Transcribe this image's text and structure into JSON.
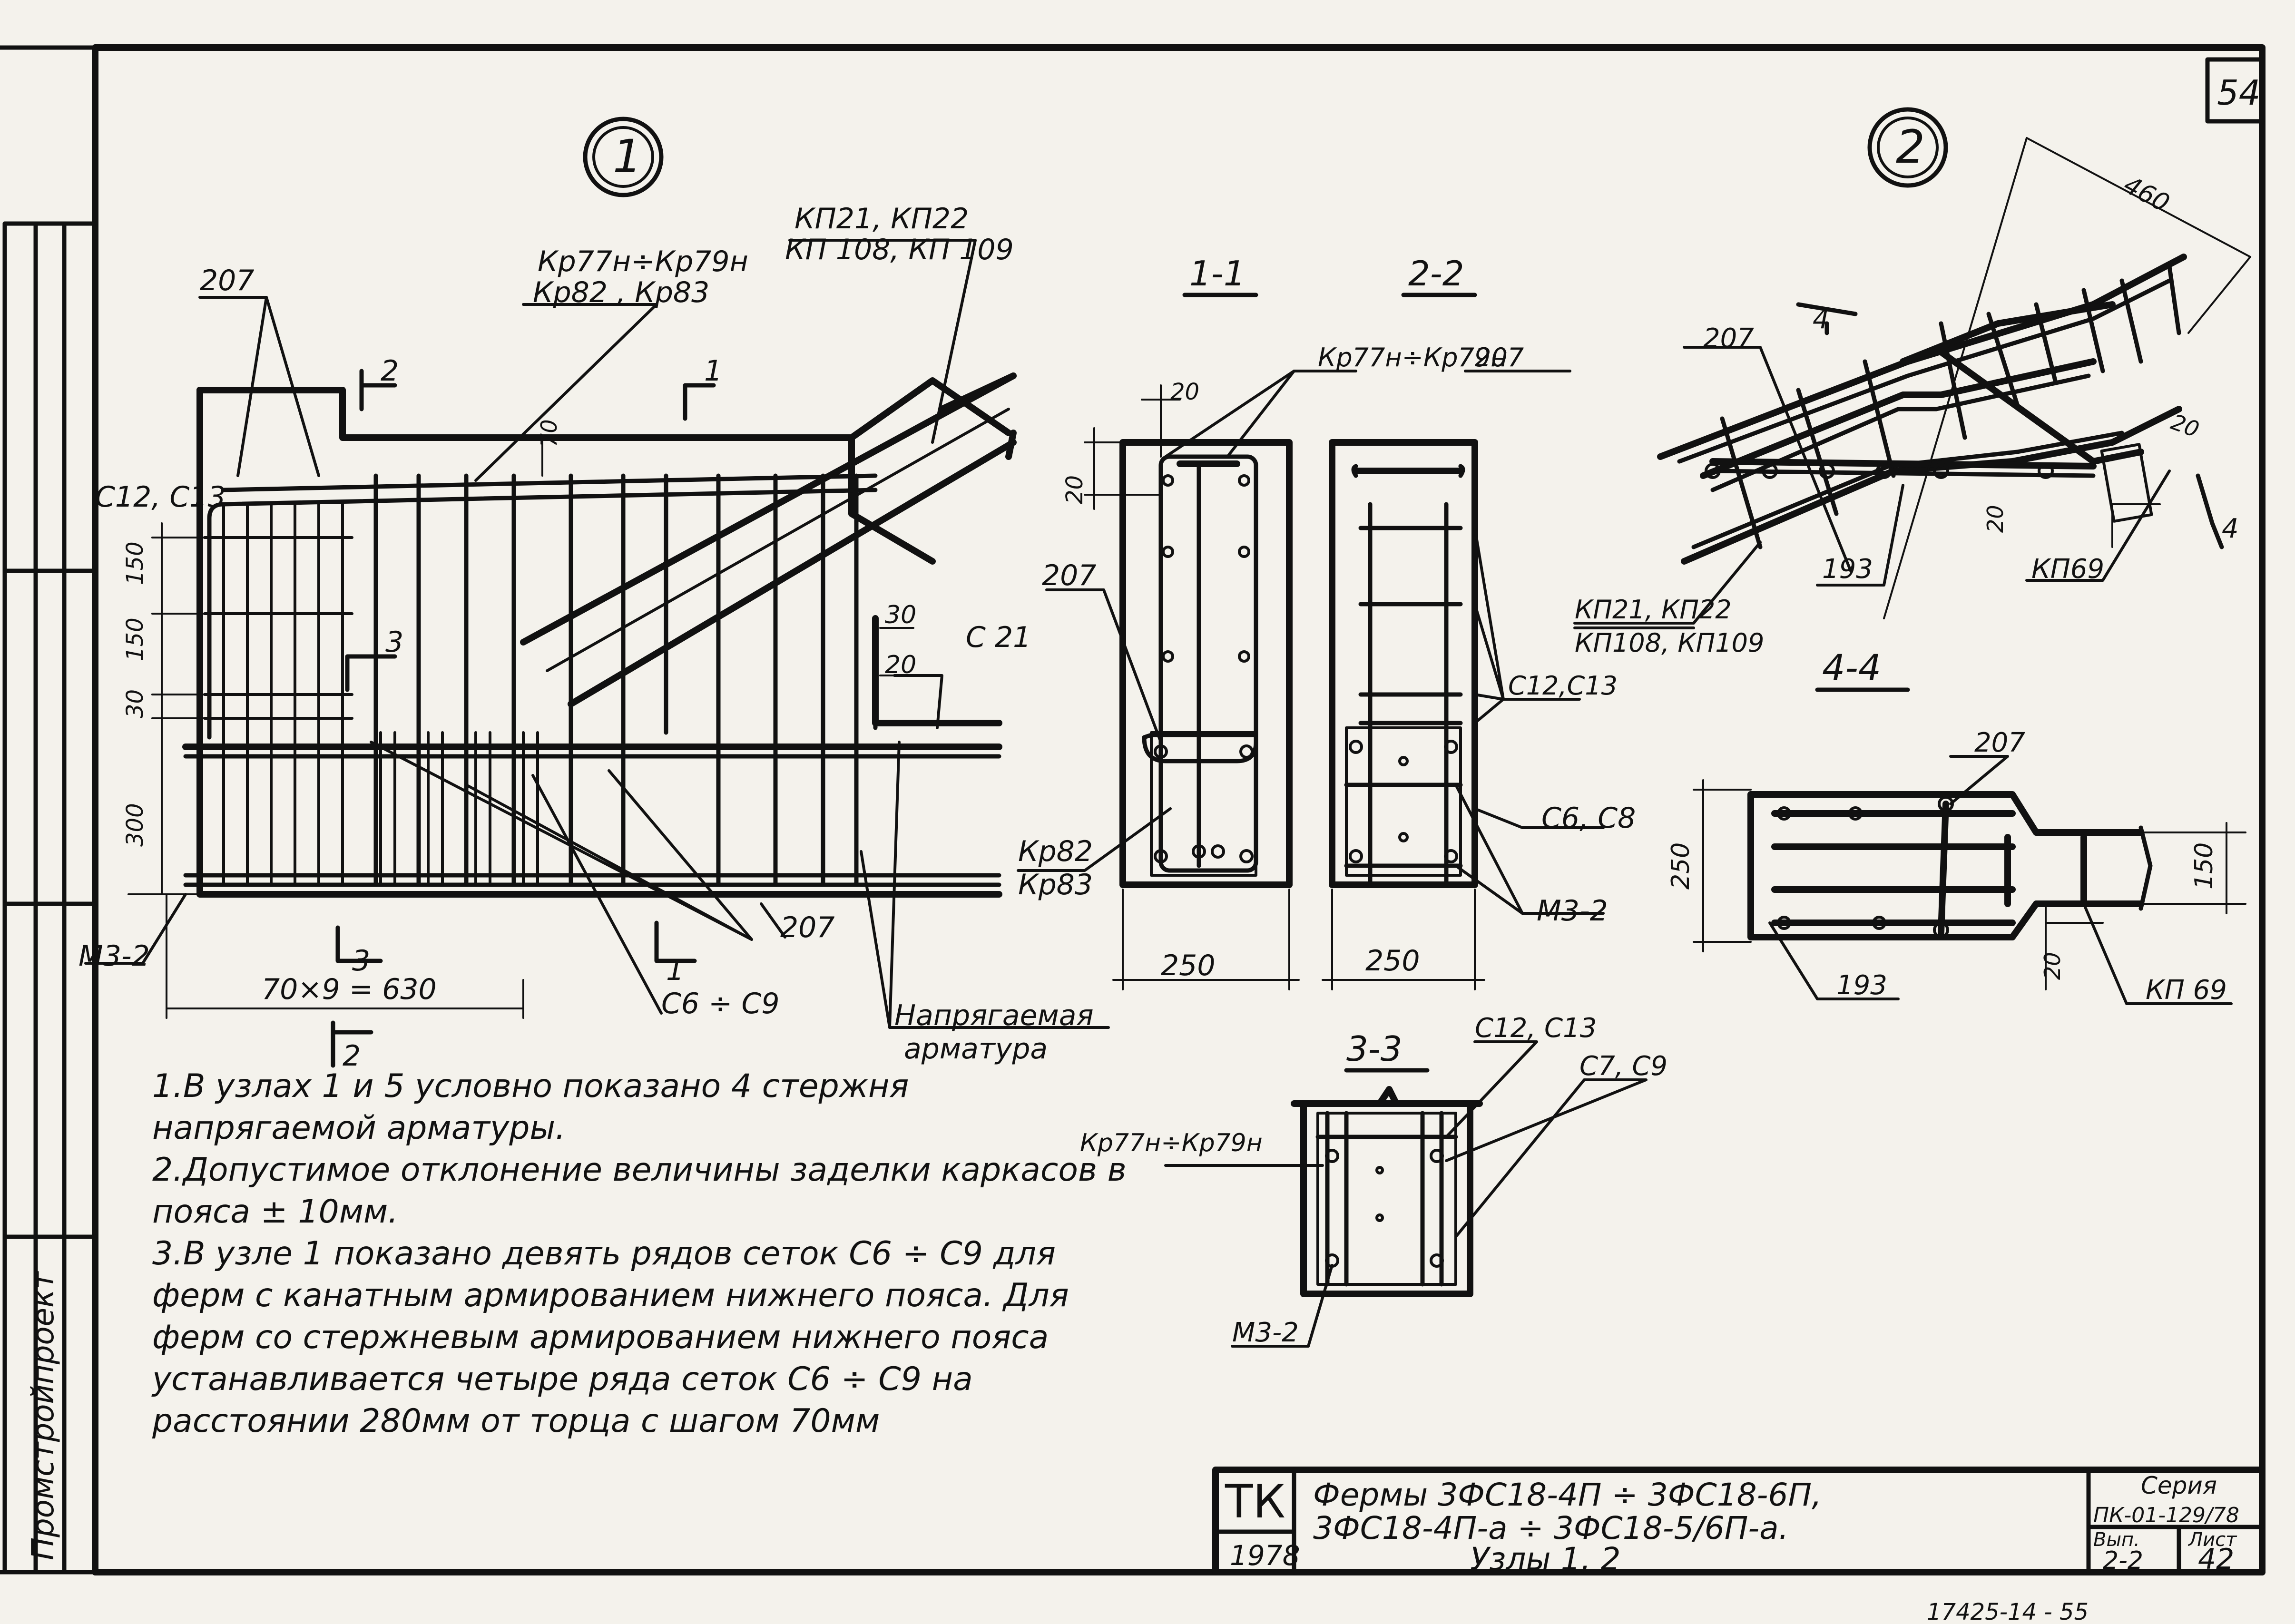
{
  "sheet": {
    "page_number": "54",
    "archive_number": "17425-14 - 55"
  },
  "side_stamp": {
    "org": "Промстройпроект"
  },
  "node1": {
    "marker": "1",
    "labels": {
      "l207": "207",
      "kr_top1": "Кр77н÷Кр79н",
      "kr_top2": "Кр82 , Кр83",
      "kp_top1": "КП21, КП22",
      "kp_top2": "КП 108, КП 109",
      "c12c13": "С12, С13",
      "d70": "70",
      "d30": "30",
      "d20": "20",
      "c21": "С 21",
      "d150a": "150",
      "d150b": "150",
      "d30b": "30",
      "d300": "300",
      "m32": "М3-2",
      "dim_bottom": "70×9 = 630",
      "c6c9": "С6 ÷ С9",
      "l207b": "207",
      "prestressed1": "Напрягаемая",
      "prestressed2": "арматура",
      "sec1": "1",
      "sec2": "2",
      "sec3": "3"
    }
  },
  "section11": {
    "title": "1-1",
    "d20a": "20",
    "d20b": "20",
    "l207": "207",
    "kr82": "Кр82",
    "kr83": "Кр83",
    "width": "250"
  },
  "section22": {
    "title": "2-2",
    "kr": "Кр77н÷Кр79н",
    "l207": "207",
    "c12": "С12,С13",
    "c6c8": "С6, С8",
    "m32": "М3-2",
    "width": "250"
  },
  "section33": {
    "title": "3-3",
    "c12": "С12, С13",
    "c7c9": "С7, С9",
    "kr": "Кр77н÷Кр79н",
    "m32": "М3-2"
  },
  "node2": {
    "marker": "2",
    "d460": "460",
    "l207": "207",
    "d20a": "20",
    "d20b": "20",
    "d193": "193",
    "kp69": "КП69",
    "kp1": "КП21, КП22",
    "kp2": "КП108, КП109",
    "sec4": "4"
  },
  "section44": {
    "title": "4-4",
    "l207": "207",
    "d250": "250",
    "d150": "150",
    "d20": "20",
    "d193": "193",
    "kp69": "КП 69"
  },
  "notes": [
    "1.В узлах 1 и 5 условно показано 4 стержня напрягаемой арматуры.",
    "2.Допустимое отклонение величины заделки каркасов в пояса ± 10мм.",
    "3.В узле 1 показано девять рядов сеток С6 ÷ С9 для ферм с канатным армированием нижнего пояса. Для ферм со стержневым армированием нижнего пояса устанавливается четыре ряда сеток С6 ÷ С9 на расстоянии 280мм от торца с шагом 70мм"
  ],
  "title_block": {
    "code": "ТК",
    "year": "1978",
    "line1": "Фермы 3ФС18-4П ÷ 3ФС18-6П,",
    "line2": "3ФС18-4П-а ÷ 3ФС18-5/6П-а.",
    "line3": "Узлы 1, 2",
    "series_label": "Серия",
    "series_value": "ПК-01-129/78",
    "issue_label": "Вып.",
    "issue_value": "2-2",
    "sheet_label": "Лист",
    "sheet_value": "42"
  }
}
